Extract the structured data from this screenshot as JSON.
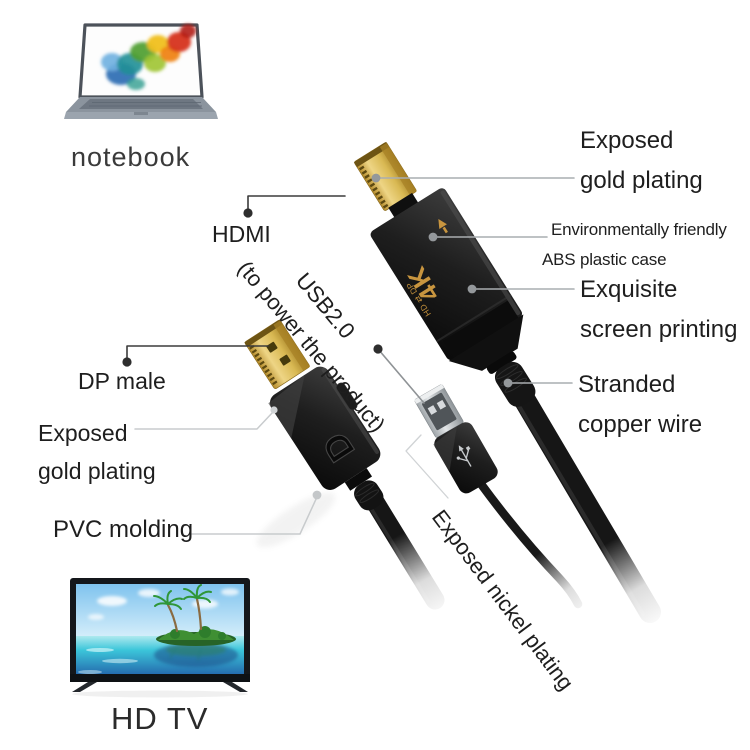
{
  "devices": {
    "notebook_label": "notebook",
    "tv_label": "HD TV"
  },
  "callouts": {
    "hdmi": "HDMI",
    "gold_plating_top": [
      "Exposed",
      "gold plating"
    ],
    "abs_case": [
      "Environmentally friendly",
      "ABS plastic case"
    ],
    "screen_printing": [
      "Exquisite",
      "screen printing"
    ],
    "copper_wire": [
      "Stranded",
      "copper wire"
    ],
    "usb_power": [
      "USB2.0",
      "(to power the product)"
    ],
    "dp_male": "DP male",
    "gold_plating_left": [
      "Exposed",
      "gold plating"
    ],
    "pvc_molding": "PVC molding",
    "nickel_plating": "Exposed nickel plating"
  },
  "product_print": {
    "resolution_badge": "4K",
    "ports_badge": "HD ⇄ DP",
    "dp_logo": "D"
  },
  "colors": {
    "gold": "#d9b953",
    "print_gold": "#c8953f",
    "case_black": "#1c1c1c",
    "leader_dark": "#3b3b3b",
    "leader_gray": "#a9adb0",
    "leader_light": "#c8cbcd",
    "text": "#1e1e1e"
  }
}
